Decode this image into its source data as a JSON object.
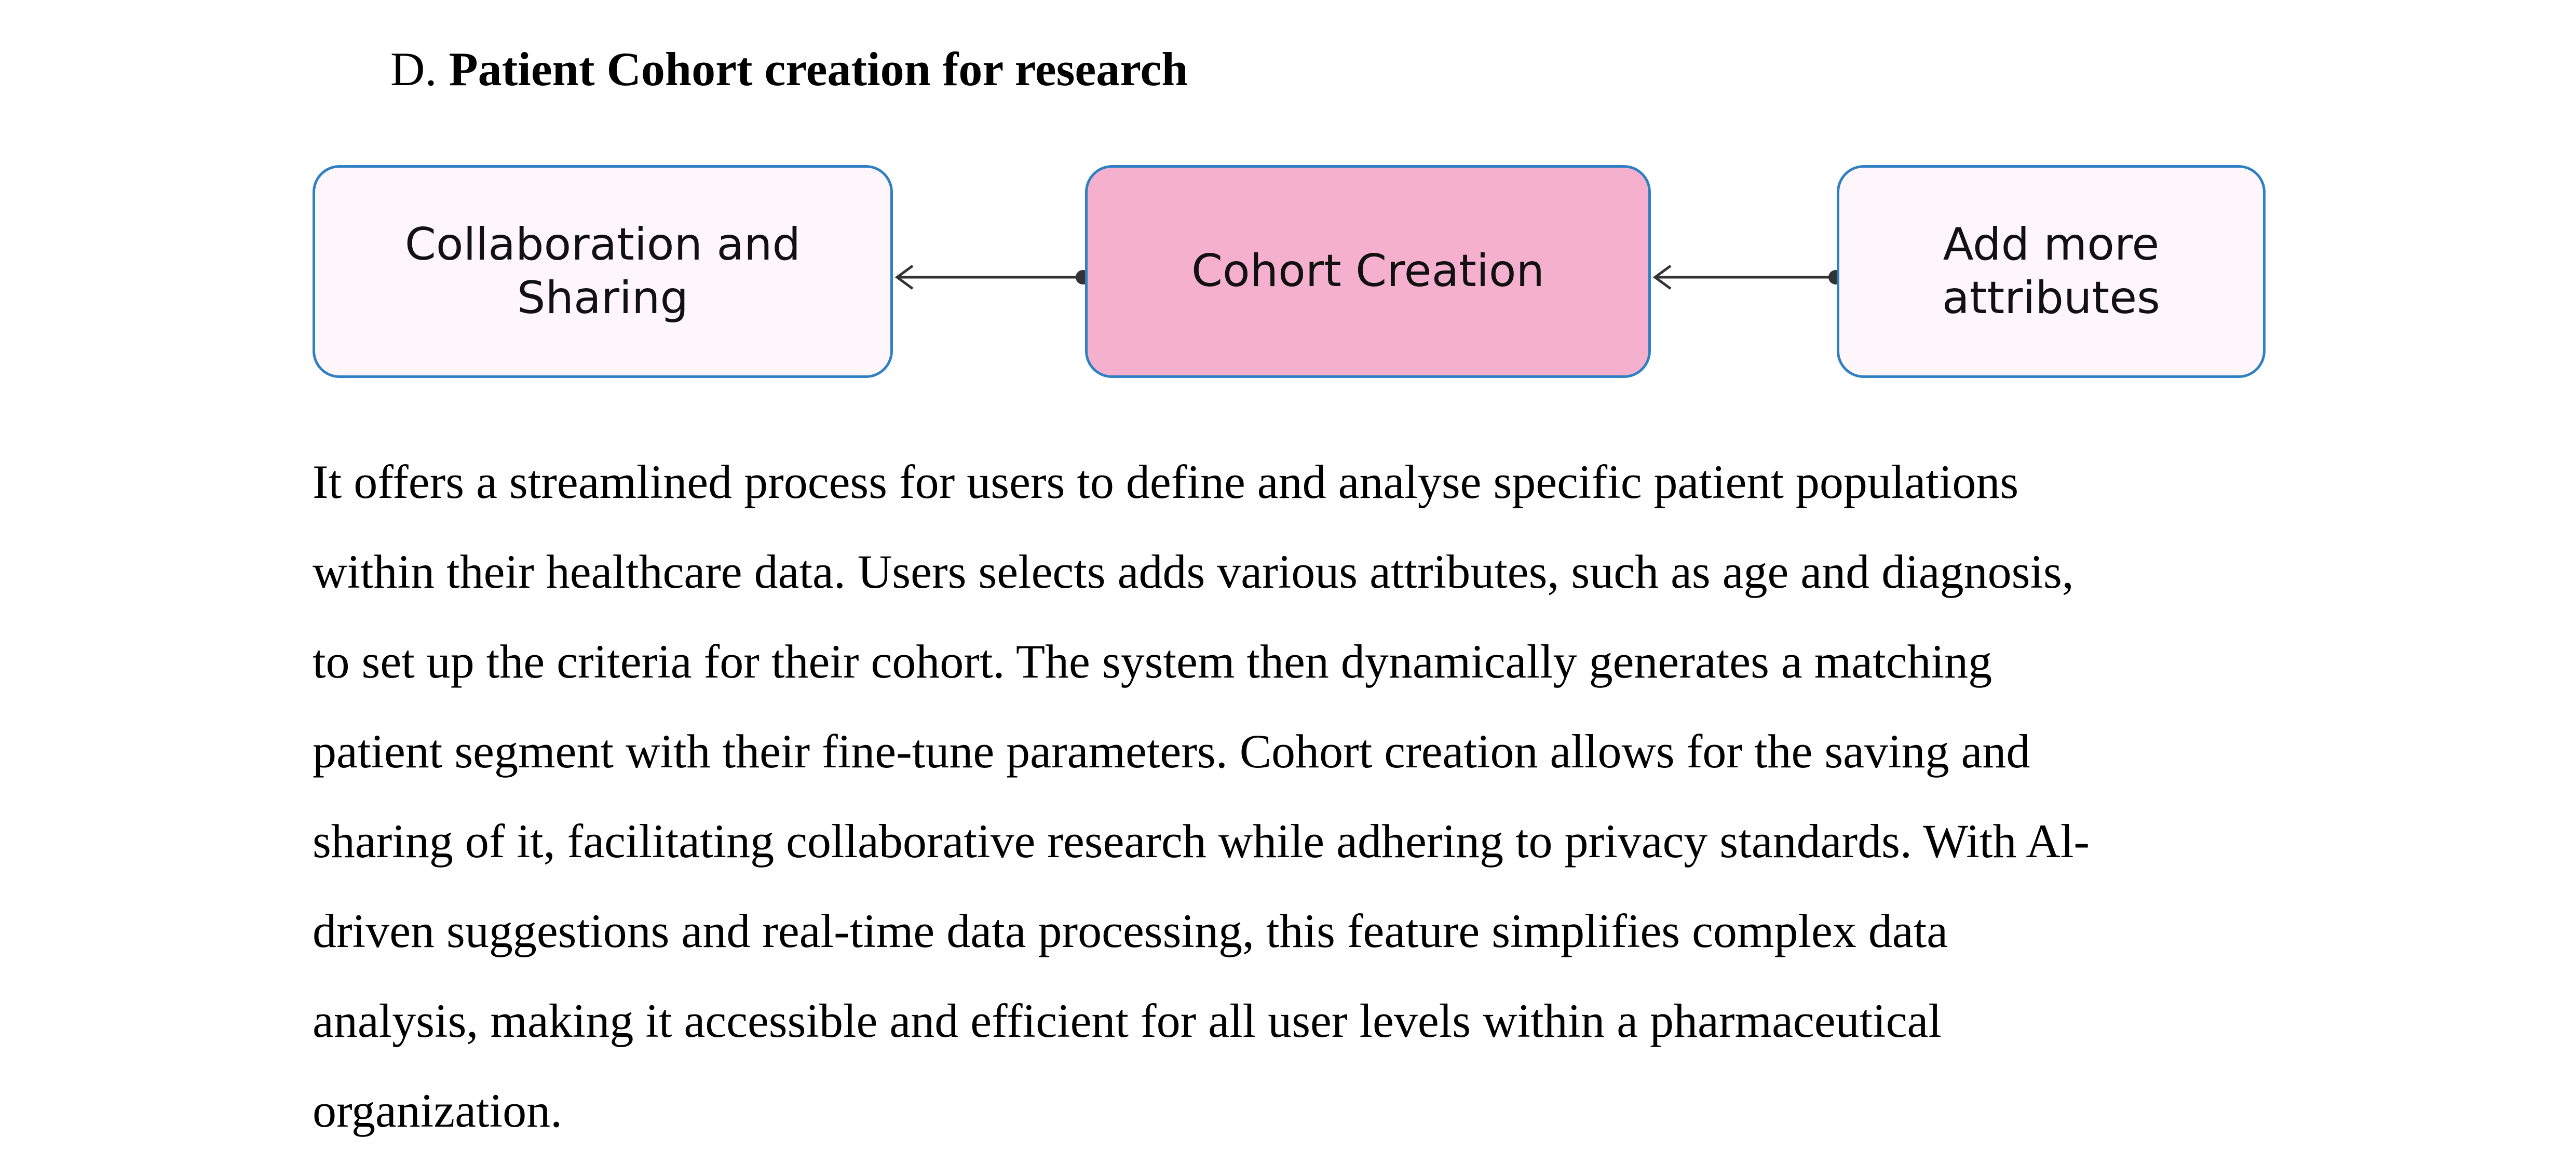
{
  "section": {
    "prefix": "D.",
    "title": "Patient Cohort creation for research"
  },
  "diagram": {
    "node_color": "#fff6fb",
    "highlight_color": "#f4b0cd",
    "border_color": "#2f80c2",
    "nodes": [
      {
        "id": "collab",
        "label": "Collaboration and\nSharing"
      },
      {
        "id": "cohort",
        "label": "Cohort Creation"
      },
      {
        "id": "attrs",
        "label": "Add more\nattributes"
      }
    ],
    "edges": [
      {
        "from": "cohort",
        "to": "collab"
      },
      {
        "from": "attrs",
        "to": "cohort"
      }
    ]
  },
  "paragraph": {
    "lines": [
      "It offers a streamlined process for users to define and analyse specific patient populations",
      "within their healthcare data. Users selects adds various attributes, such as age and diagnosis,",
      "to set up the criteria for their cohort. The system then dynamically generates a matching",
      "patient segment with their fine-tune parameters. Cohort creation allows for the saving and",
      "sharing of it, facilitating collaborative research while adhering to privacy standards. With Al-",
      "driven suggestions and real-time data processing, this feature simplifies complex data",
      "analysis, making it accessible and efficient for all user levels within a pharmaceutical",
      "organization."
    ]
  }
}
